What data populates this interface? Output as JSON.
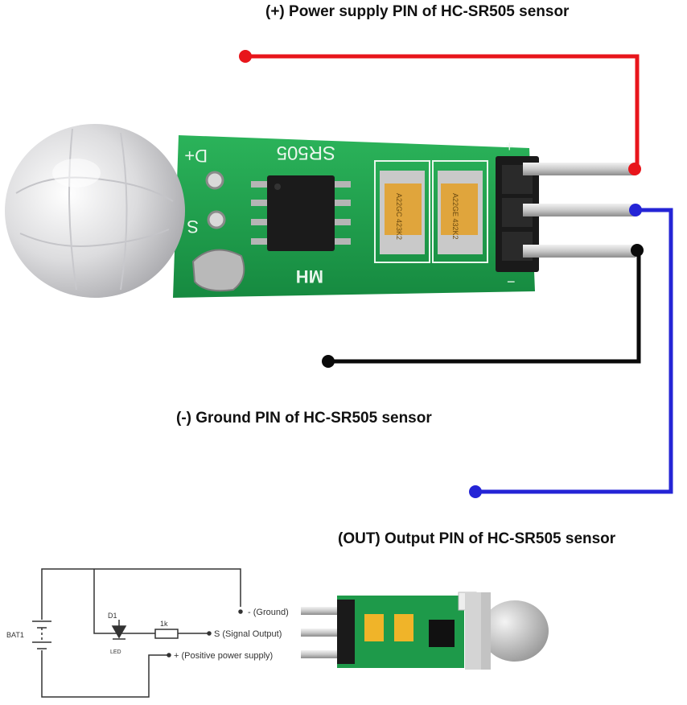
{
  "labels": {
    "power": "(+) Power supply PIN of HC-SR505 sensor",
    "ground": "(-) Ground PIN of HC-SR505 sensor",
    "output": "(OUT) Output PIN of HC-SR505 sensor"
  },
  "board": {
    "silk_model": "SR505",
    "silk_vendor": "MH",
    "silk_pin_top": "D+",
    "silk_pin_mid": "S",
    "silk_plus": "+",
    "silk_minus": "−",
    "cap1_text": "A22GC 423K2",
    "cap2_text": "A22GE 432K2"
  },
  "schematic": {
    "battery_label": "BAT1",
    "diode_label": "D1",
    "led_label": "LED",
    "resistor_label": "1k",
    "pin_ground": "- (Ground)",
    "pin_signal": "S (Signal Output)",
    "pin_power": "+ (Positive power supply)"
  },
  "colors": {
    "power_wire": "#e8151b",
    "ground_wire": "#0a0a0a",
    "output_wire": "#2424d6",
    "pcb_green": "#1f9a4c",
    "capacitor": "#e0a53c"
  }
}
